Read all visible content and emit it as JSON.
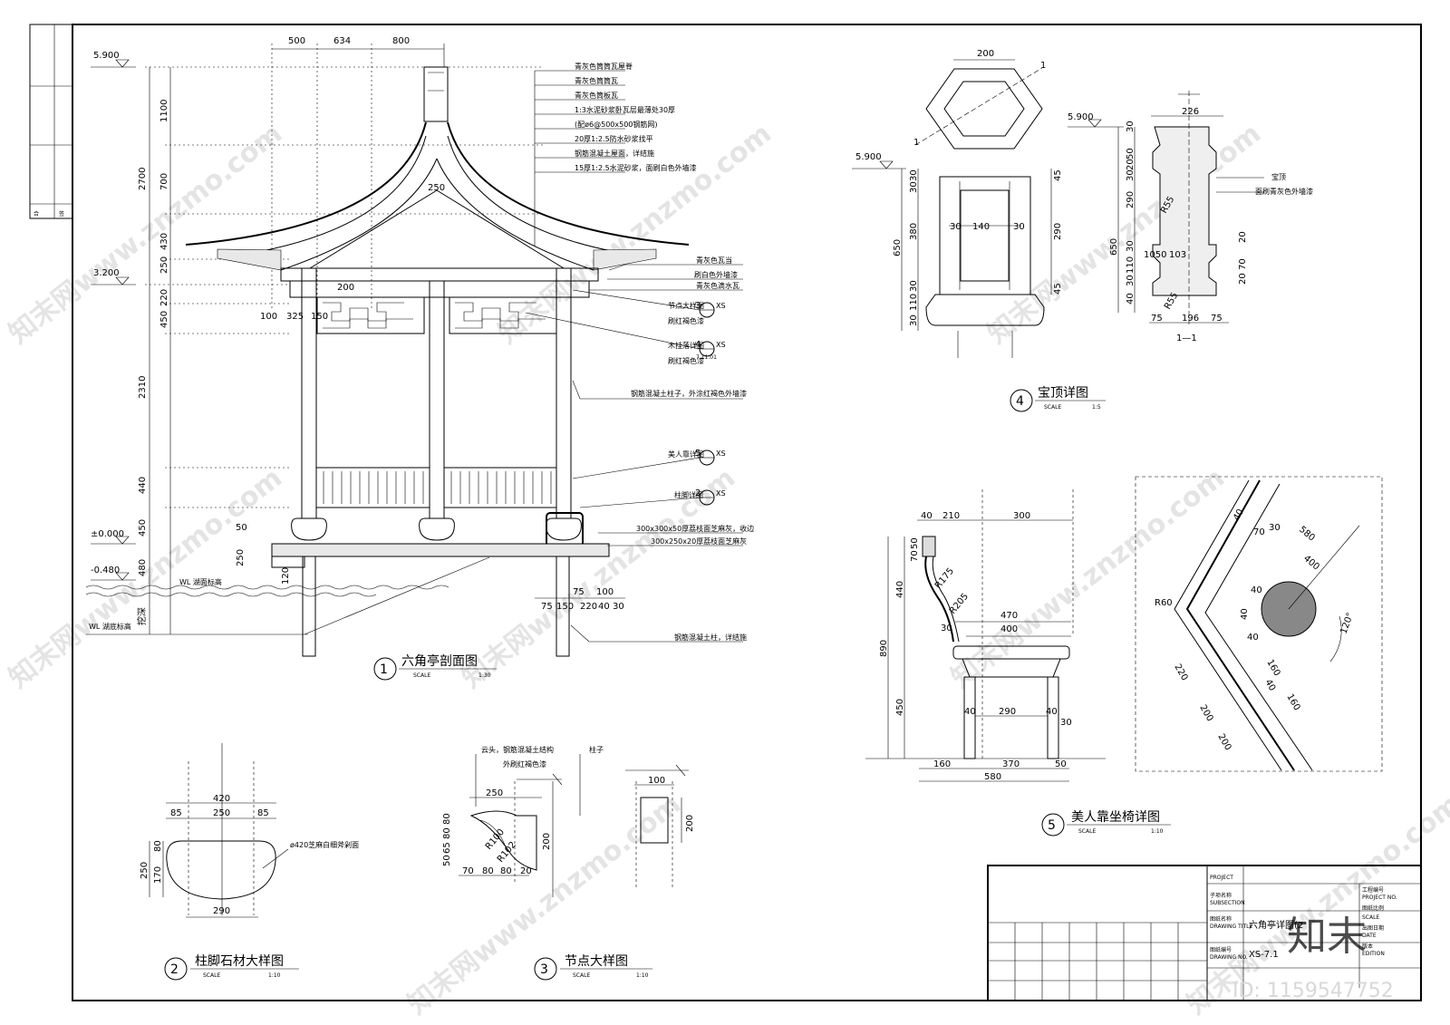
{
  "sheet": {
    "top_dims": [
      "500",
      "634",
      "800"
    ],
    "left_dims": [
      "1100",
      "700",
      "430",
      "2700",
      "250",
      "220",
      "450",
      "2310",
      "440",
      "450",
      "480",
      "挖深"
    ],
    "levels": [
      "5.900",
      "3.200",
      "±0.000",
      "-0.480"
    ],
    "water_levels": [
      "WL 湖面标高",
      "WL 湖底标高"
    ],
    "inner_dims": [
      "1100",
      "700",
      "430",
      "250",
      "200",
      "100",
      "325",
      "150",
      "50",
      "250",
      "120",
      "75",
      "150",
      "220",
      "40",
      "30",
      "100",
      "75"
    ],
    "roof_notes": [
      "青灰色筒筒瓦屋脊",
      "青灰色筒筒瓦",
      "青灰色筒板瓦",
      "1:3水泥砂浆卧瓦层最薄处30厚",
      "(配ø6@500x500钢筋网)",
      "20厚1:2.5防水砂浆找平",
      "钢筋混凝土屋面，详结施",
      "15厚1:2.5水泥砂浆，面刷白色外墙漆"
    ],
    "right_notes": [
      "青灰色瓦当",
      "刷白色外墙漆",
      "青灰色滴水瓦",
      "节点大样图",
      "刷红褐色漆",
      "木挂落详图",
      "钢筋混凝土柱子，外涂红褐色外墙漆",
      "美人靠详图",
      "柱脚详图",
      "300x300x50厚荔枝面芝麻灰，收边",
      "300x250x20厚荔枝面芝麻灰",
      "钢筋混凝土柱，详结施"
    ],
    "ref_tags": [
      {
        "num": "3",
        "sheet": "XS"
      },
      {
        "num": "4",
        "sheet": "XS",
        "sub": "7.11.01"
      },
      {
        "num": "5",
        "sheet": "XS"
      },
      {
        "num": "2",
        "sheet": "XS"
      }
    ],
    "detail_titles": [
      {
        "num": "1",
        "title": "六角亭剖面图",
        "scale_label": "SCALE",
        "scale": "1:30"
      },
      {
        "num": "2",
        "title": "柱脚石材大样图",
        "scale_label": "SCALE",
        "scale": "1:10"
      },
      {
        "num": "3",
        "title": "节点大样图",
        "scale_label": "SCALE",
        "scale": "1:10"
      },
      {
        "num": "4",
        "title": "宝顶详图",
        "scale_label": "SCALE",
        "scale": "1:5"
      },
      {
        "num": "5",
        "title": "美人靠坐椅详图",
        "scale_label": "SCALE",
        "scale": "1:10"
      }
    ],
    "d2": {
      "dims": [
        "420",
        "85",
        "250",
        "85",
        "80",
        "250",
        "170",
        "290"
      ],
      "note": "ø420芝麻白细斧剁面"
    },
    "d3": {
      "notes": [
        "云头，钢筋混凝土结构",
        "外刷红褐色漆",
        "柱子"
      ],
      "dims": [
        "250",
        "80",
        "80",
        "65",
        "50",
        "R100",
        "R102",
        "200",
        "70",
        "80",
        "80",
        "20",
        "100",
        "200"
      ]
    },
    "d4": {
      "dims": [
        "200",
        "5.900",
        "30",
        "30",
        "380",
        "30",
        "110",
        "30",
        "30",
        "140",
        "30",
        "650",
        "45",
        "290",
        "45",
        "226",
        "30",
        "50",
        "20",
        "30",
        "290",
        "650",
        "30",
        "110",
        "30",
        "40",
        "R55",
        "1050",
        "103",
        "20",
        "70",
        "20",
        "75",
        "196",
        "75",
        "R55"
      ],
      "section": "1",
      "section_label": "1—1",
      "notes": [
        "宝顶",
        "面刷青灰色外墙漆"
      ]
    },
    "d5": {
      "dims": [
        "40",
        "210",
        "300",
        "70",
        "50",
        "R175",
        "R205",
        "440",
        "470",
        "400",
        "30",
        "890",
        "450",
        "40",
        "290",
        "40",
        "30",
        "160",
        "370",
        "50",
        "580"
      ]
    },
    "d6": {
      "dims": [
        "40",
        "70",
        "30",
        "580",
        "400",
        "40",
        "R60",
        "40",
        "40",
        "120°",
        "220",
        "160",
        "40",
        "200",
        "160",
        "200"
      ]
    },
    "title_block": {
      "project_cn": "子项名称",
      "project_en": "PROJECT",
      "subsection_en": "SUBSECTION",
      "drawing_title_cn": "图纸名称",
      "drawing_title_en": "DRAWING TITLE",
      "drawing_no_cn": "图纸编号",
      "drawing_no_en": "DRAWING NO.",
      "drawing_title": "六角亭详图(2",
      "drawing_no": "XS-7.1",
      "project_no_cn": "工程编号",
      "project_no_en": "PROJECT NO.",
      "scale_cn": "图纸比例",
      "scale_en": "SCALE",
      "date_cn": "出图日期",
      "date_en": "DATE",
      "edition_cn": "版本",
      "edition_en": "EDITION"
    },
    "side_strip": [
      "合",
      "签"
    ],
    "watermark": "知末网www.znzmo.com",
    "brand": "知末",
    "id_text": "ID: 1159547752"
  }
}
